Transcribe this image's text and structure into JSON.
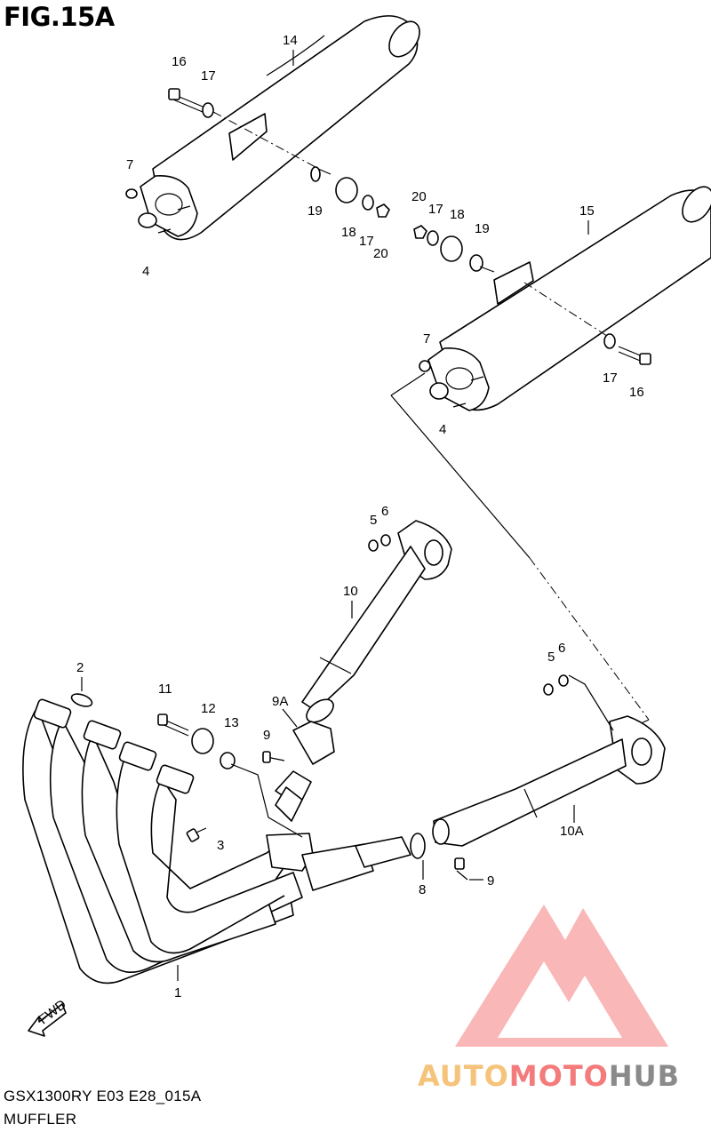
{
  "figure": {
    "title": "FIG.15A"
  },
  "footer": {
    "model_code": "GSX1300RY E03 E28_015A",
    "section_name": "MUFFLER"
  },
  "direction_mark": {
    "label": "FWD",
    "icon": "fwd-arrow-icon"
  },
  "watermark": {
    "brand_part1": "AUTO",
    "brand_part2": "MOTO",
    "brand_part3": "HUB",
    "colors": {
      "auto": "#f5c37a",
      "moto": "#f47b7b",
      "hub": "#8a8a8a",
      "logo": "#f47b7b"
    }
  },
  "callouts": {
    "c14": "14",
    "c16a": "16",
    "c17a": "17",
    "c7a": "7",
    "c4a": "4",
    "c19a": "19",
    "c18a": "18",
    "c17b": "17",
    "c20a": "20",
    "c20b": "20",
    "c17c": "17",
    "c18b": "18",
    "c19b": "19",
    "c15": "15",
    "c7b": "7",
    "c4b": "4",
    "c17d": "17",
    "c16b": "16",
    "c5a": "5",
    "c6a": "6",
    "c10": "10",
    "c5b": "5",
    "c6b": "6",
    "c2": "2",
    "c11": "11",
    "c12": "12",
    "c13": "13",
    "c9A": "9A",
    "c9a": "9",
    "c3": "3",
    "c10A": "10A",
    "c9b": "9",
    "c8": "8",
    "c1": "1"
  }
}
